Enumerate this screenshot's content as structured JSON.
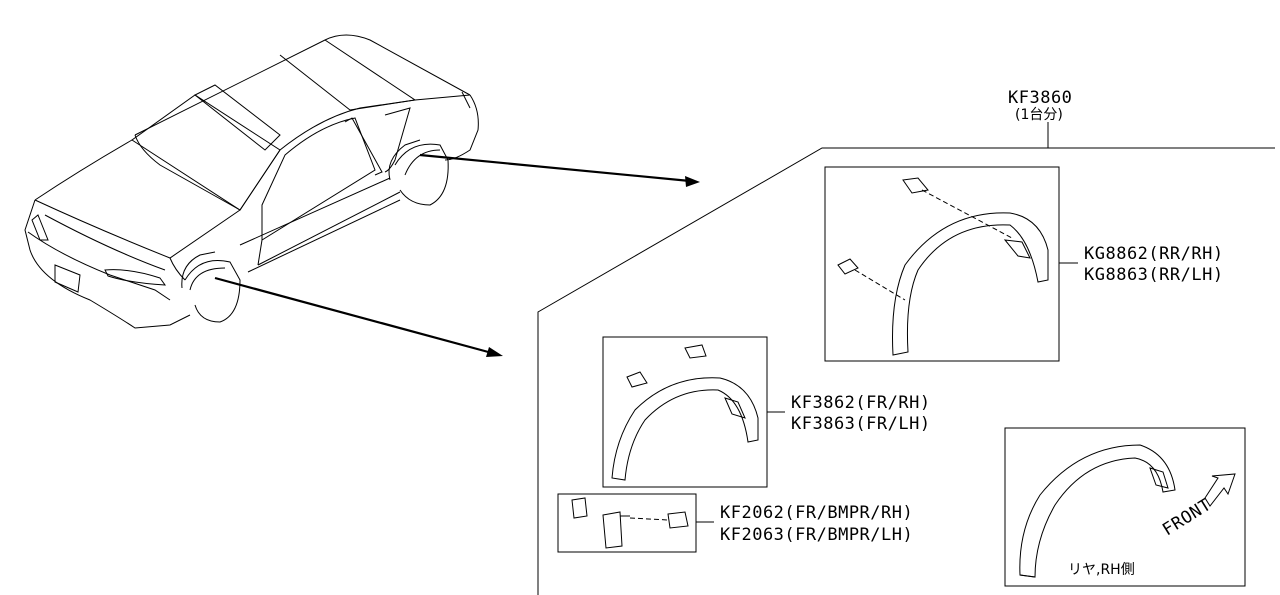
{
  "set_part": {
    "number": "KF3860",
    "qty_note": "(1台分)"
  },
  "rear_parts": {
    "rh": "KG8862(RR/RH)",
    "lh": "KG8863(RR/LH)"
  },
  "front_parts": {
    "rh": "KF3862(FR/RH)",
    "lh": "KF3863(FR/LH)"
  },
  "bumper_parts": {
    "rh": "KF2062(FR/BMPR/RH)",
    "lh": "KF2063(FR/BMPR/LH)"
  },
  "detail_view": {
    "caption": "リヤ,RH側",
    "front_label": "FRONT"
  }
}
